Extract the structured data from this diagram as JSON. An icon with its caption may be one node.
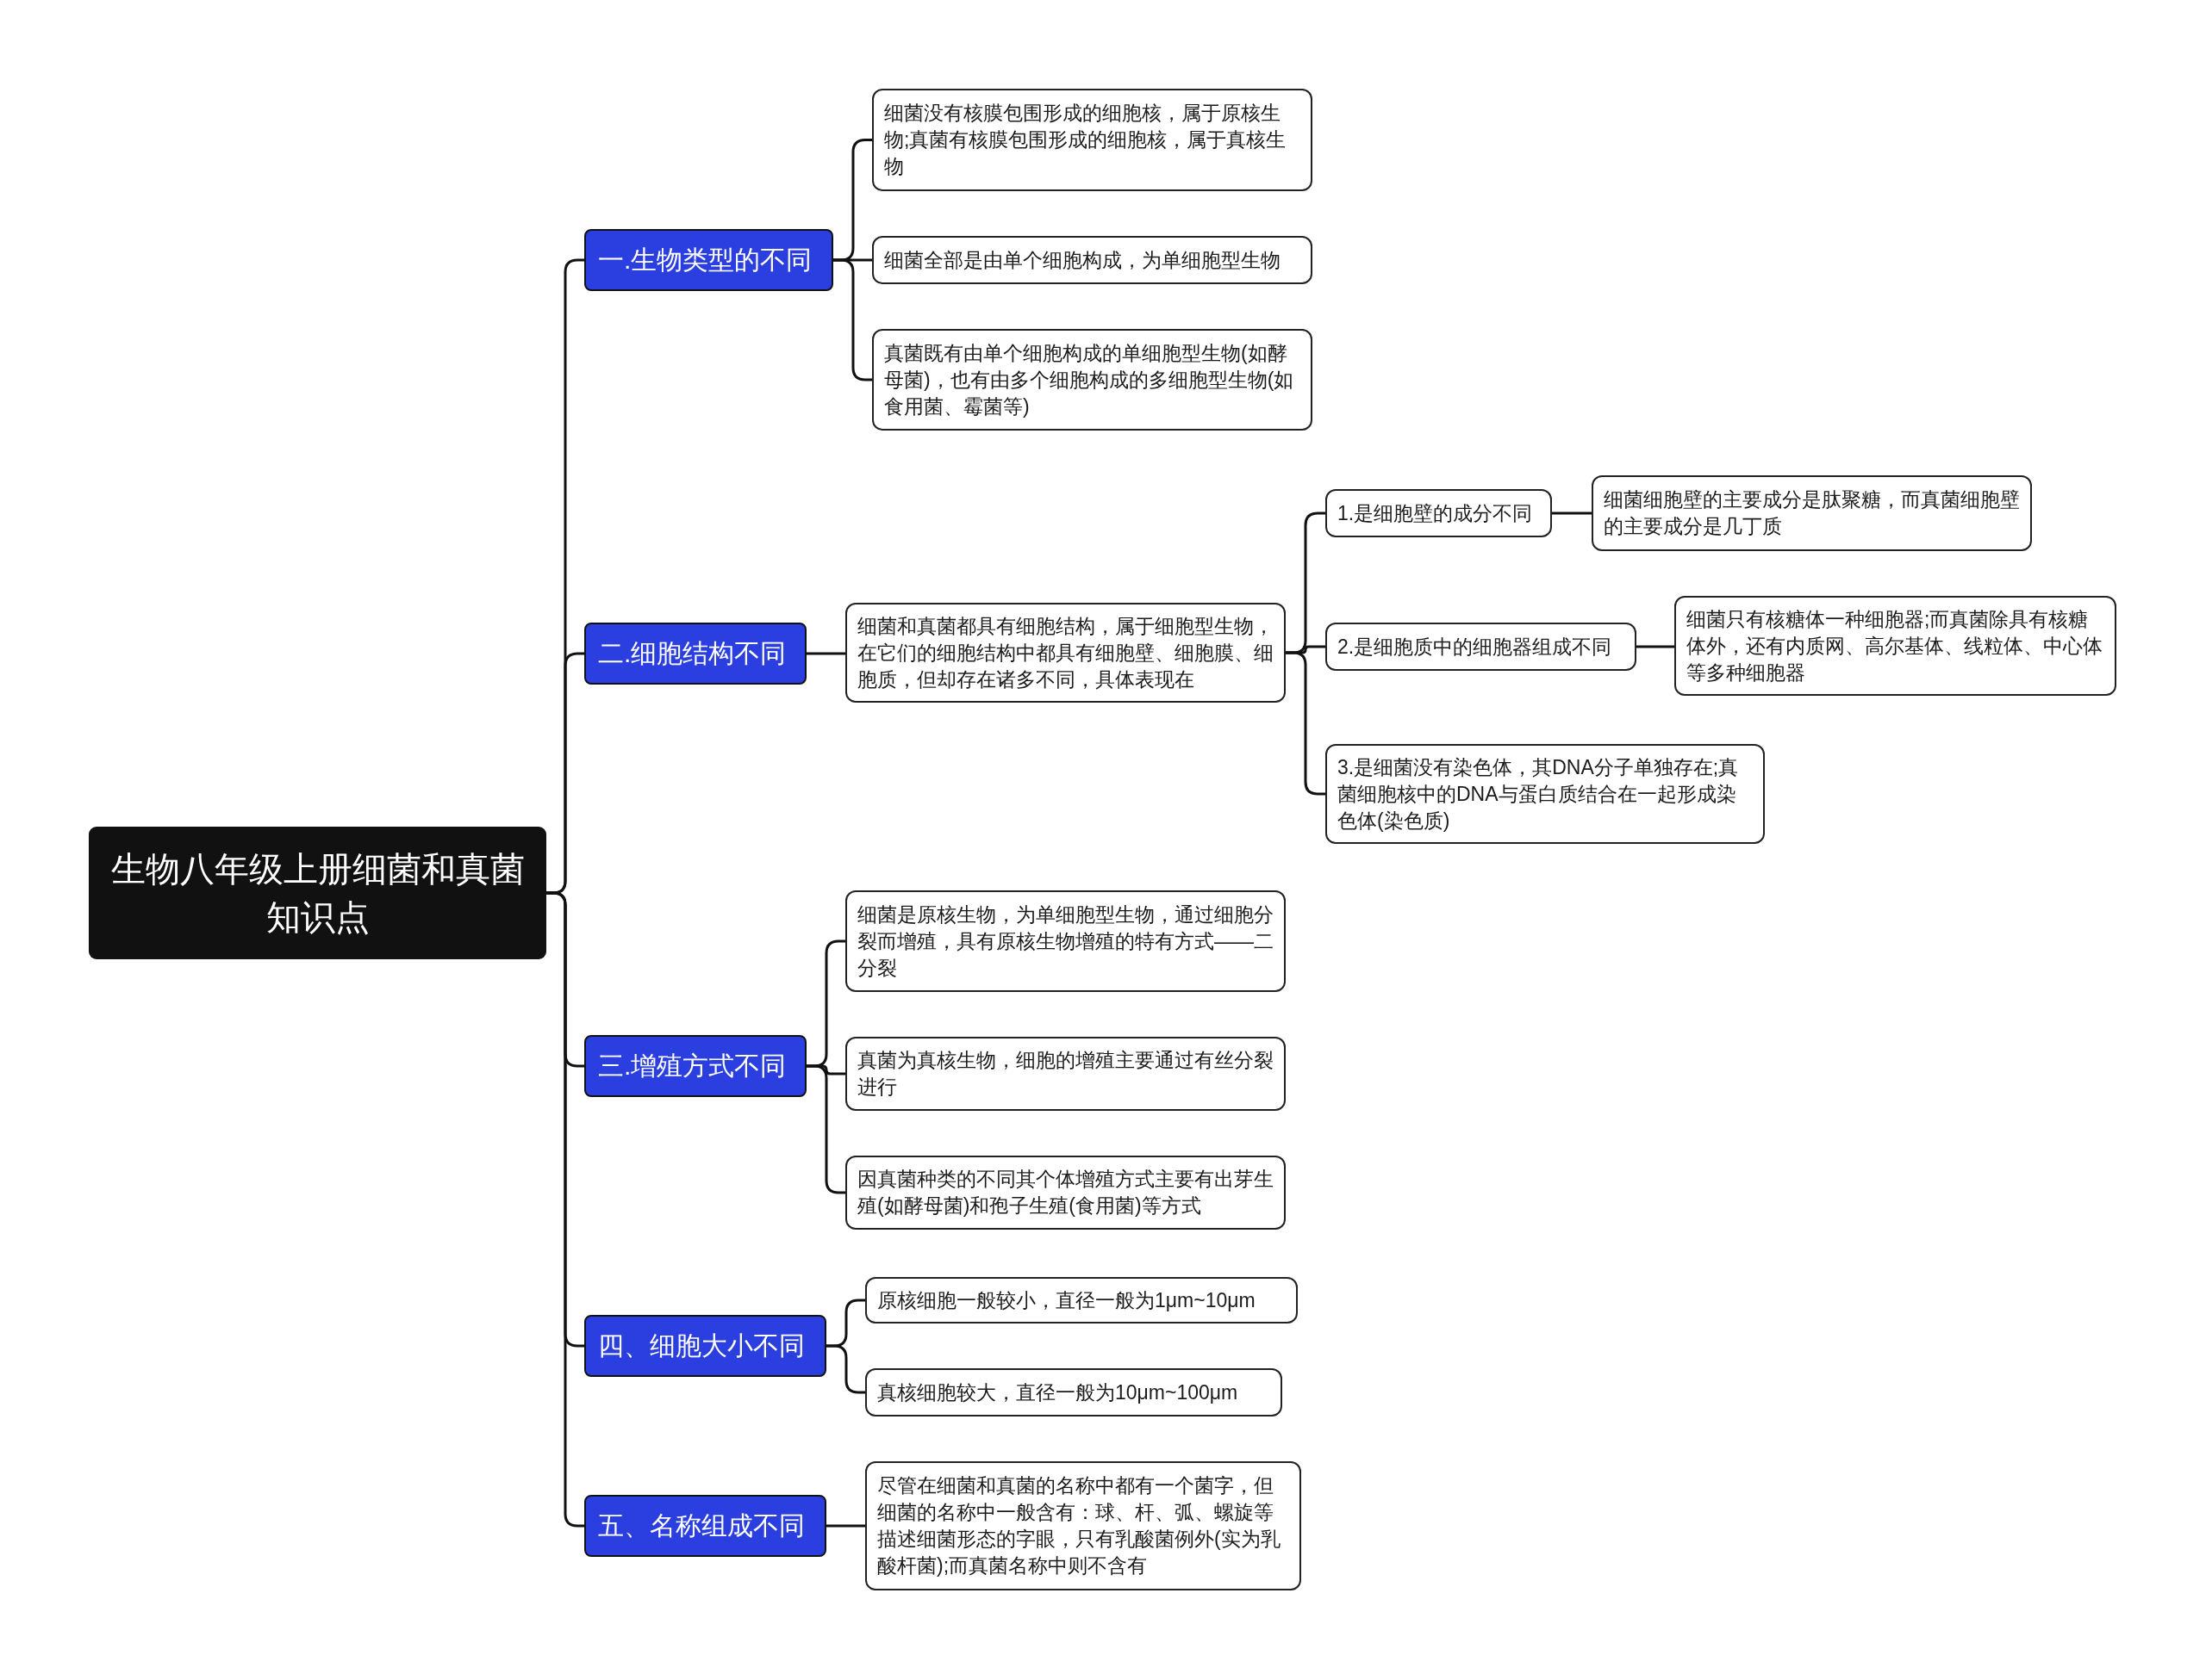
{
  "diagram": {
    "nodes": [
      {
        "text": [
          "生物八年级上册细菌和真菌知识点"
        ]
      },
      {
        "text": [
          "一.生物类型的不同"
        ]
      },
      {
        "text": [
          "细菌没有核膜包围形成的细胞核，属于原核生物;真菌有核膜包围形成的细胞核，属于真核生物"
        ]
      },
      {
        "text": [
          "细菌全部是由单个细胞构成，为单细胞型生物"
        ]
      },
      {
        "text": [
          "真菌既有由单个细胞构成的单细胞型生物(如酵母菌)，也有由多个细胞构成的多细胞型生物(如食用菌、霉菌等)"
        ]
      },
      {
        "text": [
          "二.细胞结构不同"
        ]
      },
      {
        "text": [
          "细菌和真菌都具有细胞结构，属于细胞型生物，在它们的细胞结构中都具有细胞壁、细胞膜、细胞质，但却存在诸多不同，具体表现在"
        ]
      },
      {
        "text": [
          "1.是细胞壁的成分不同"
        ]
      },
      {
        "text": [
          "细菌细胞壁的主要成分是肽聚糖，而真菌细胞壁的主要成分是几丁质"
        ]
      },
      {
        "text": [
          "2.是细胞质中的细胞器组成不同"
        ]
      },
      {
        "text": [
          "细菌只有核糖体一种细胞器;而真菌除具有核糖体外，还有内质网、高尔基体、线粒体、中心体等多种细胞器"
        ]
      },
      {
        "text": [
          "3.是细菌没有染色体，其DNA分子单独存在;真菌细胞核中的DNA与蛋白质结合在一起形成染色体(染色质)"
        ]
      },
      {
        "text": [
          "三.增殖方式不同"
        ]
      },
      {
        "text": [
          "细菌是原核生物，为单细胞型生物，通过细胞分裂而增殖，具有原核生物增殖的特有方式——二分裂"
        ]
      },
      {
        "text": [
          "真菌为真核生物，细胞的增殖主要通过有丝分裂进行"
        ]
      },
      {
        "text": [
          "因真菌种类的不同其个体增殖方式主要有出芽生殖(如酵母菌)和孢子生殖(食用菌)等方式"
        ]
      },
      {
        "text": [
          "四、细胞大小不同"
        ]
      },
      {
        "text": [
          "原核细胞一般较小，直径一般为1μm~10μm"
        ]
      },
      {
        "text": [
          "真核细胞较大，直径一般为10μm~100μm"
        ]
      },
      {
        "text": [
          "五、名称组成不同"
        ]
      },
      {
        "text": [
          "尽管在细菌和真菌的名称中都有一个菌字，但细菌的名称中一般含有：球、杆、弧、螺旋等描述细菌形态的字眼，只有乳酸菌例外(实为乳酸杆菌);而真菌名称中则不含有"
        ]
      }
    ],
    "edges": [
      {
        "from": 0,
        "to": 1,
        "arrow": "none"
      },
      {
        "from": 1,
        "to": 2,
        "arrow": "none"
      },
      {
        "from": 1,
        "to": 3,
        "arrow": "none"
      },
      {
        "from": 1,
        "to": 4,
        "arrow": "none"
      },
      {
        "from": 0,
        "to": 5,
        "arrow": "none"
      },
      {
        "from": 5,
        "to": 6,
        "arrow": "none"
      },
      {
        "from": 6,
        "to": 7,
        "arrow": "none"
      },
      {
        "from": 7,
        "to": 8,
        "arrow": "none"
      },
      {
        "from": 6,
        "to": 9,
        "arrow": "none"
      },
      {
        "from": 9,
        "to": 10,
        "arrow": "none"
      },
      {
        "from": 6,
        "to": 11,
        "arrow": "none"
      },
      {
        "from": 0,
        "to": 12,
        "arrow": "none"
      },
      {
        "from": 12,
        "to": 13,
        "arrow": "none"
      },
      {
        "from": 12,
        "to": 14,
        "arrow": "none"
      },
      {
        "from": 12,
        "to": 15,
        "arrow": "none"
      },
      {
        "from": 0,
        "to": 16,
        "arrow": "none"
      },
      {
        "from": 16,
        "to": 17,
        "arrow": "none"
      },
      {
        "from": 16,
        "to": 18,
        "arrow": "none"
      },
      {
        "from": 0,
        "to": 19,
        "arrow": "none"
      },
      {
        "from": 19,
        "to": 20,
        "arrow": "none"
      }
    ]
  }
}
